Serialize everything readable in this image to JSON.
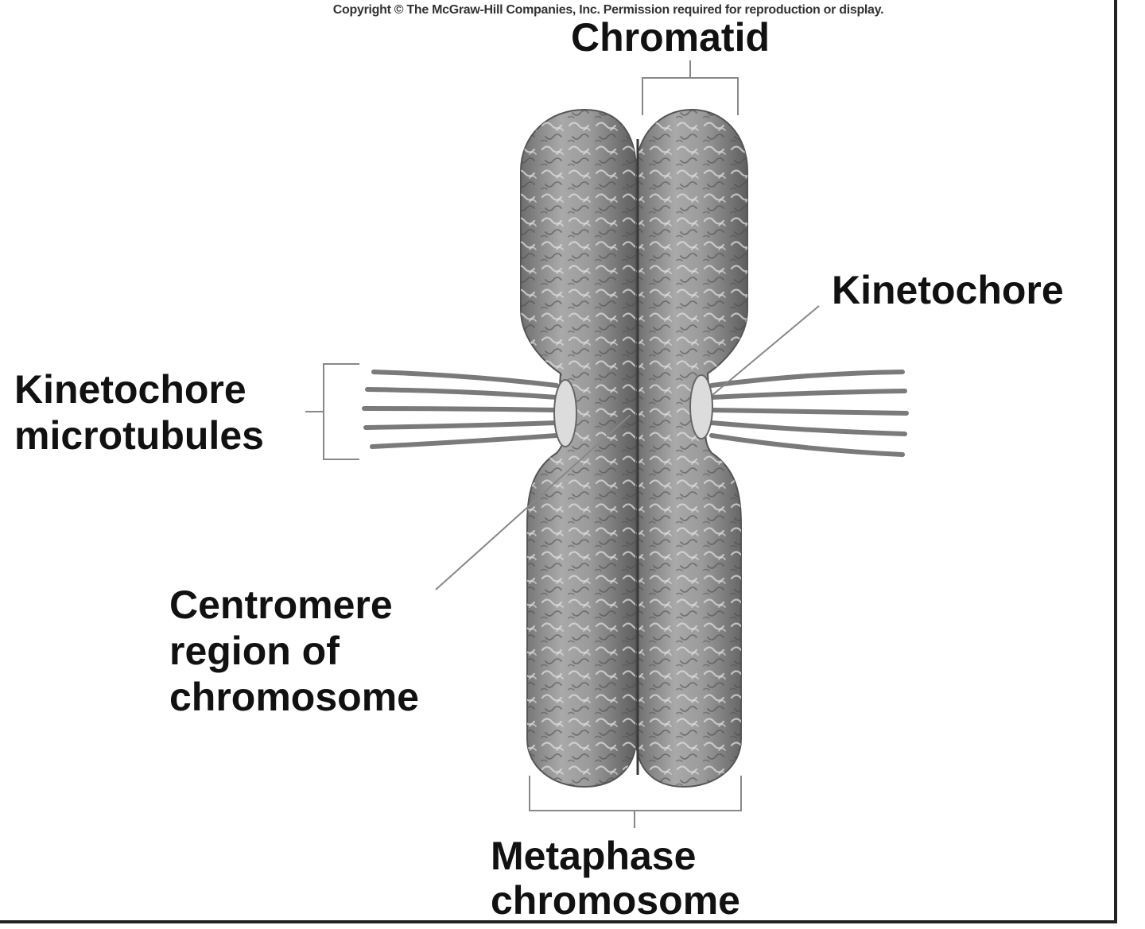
{
  "copyright": "Copyright © The McGraw-Hill Companies, Inc. Permission required for reproduction or display.",
  "labels": {
    "chromatid": "Chromatid",
    "kinetochore": "Kinetochore",
    "kinetochore_microtubules": [
      "Kinetochore",
      "microtubules"
    ],
    "centromere": [
      "Centromere",
      "region of",
      "chromosome"
    ],
    "metaphase": [
      "Metaphase",
      "chromosome"
    ]
  },
  "colors": {
    "chromosome": "#8a8a8a",
    "chromosome_light": "#c4c4c4",
    "microtubule": "#7a7a7a",
    "kinetochore": "#dcdcdc",
    "leader": "#888888"
  }
}
